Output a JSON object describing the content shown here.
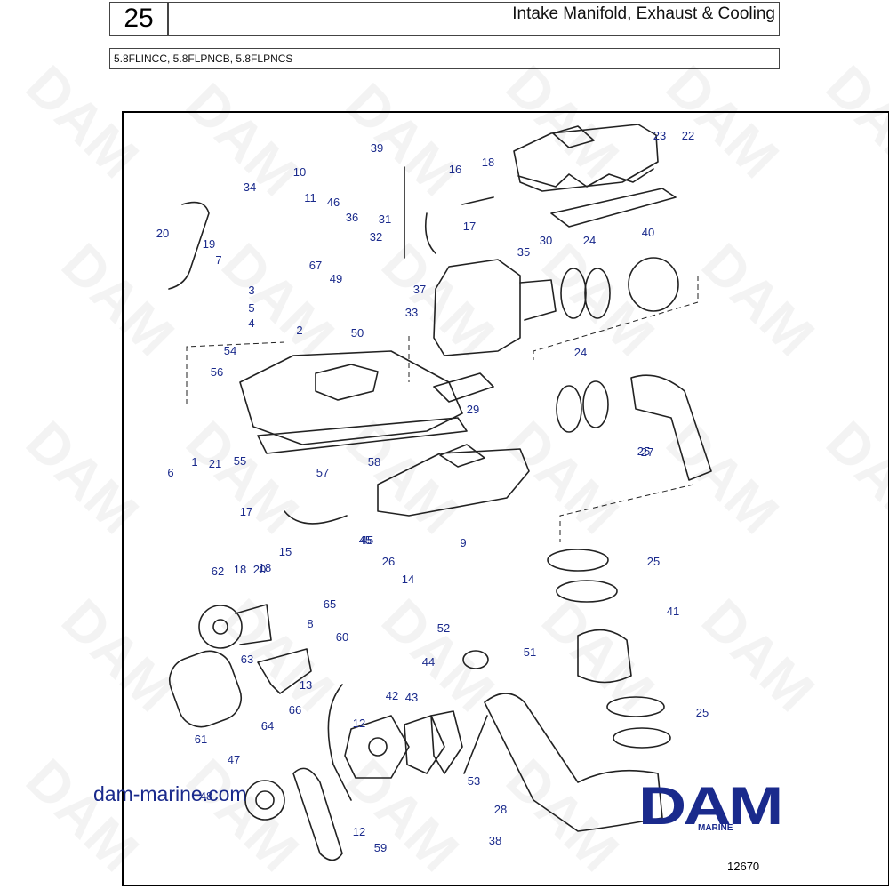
{
  "header": {
    "page_number": "25",
    "title": "Intake Manifold, Exhaust & Cooling",
    "models": "5.8FLINCC, 5.8FLPNCB, 5.8FLPNCS"
  },
  "footer": {
    "website": "dam-marine.com",
    "brand": "DAM",
    "brand_sub": "MARINE",
    "drawing_number": "12670"
  },
  "watermark": "DAM",
  "colors": {
    "callout": "#1a2a8c",
    "frame": "#000000",
    "line": "#222222"
  },
  "callouts": [
    "1",
    "2",
    "3",
    "4",
    "5",
    "6",
    "7",
    "8",
    "9",
    "10",
    "11",
    "12",
    "12",
    "13",
    "14",
    "15",
    "16",
    "17",
    "17",
    "18",
    "18",
    "18",
    "19",
    "20",
    "20",
    "21",
    "22",
    "23",
    "24",
    "24",
    "25",
    "25",
    "25",
    "26",
    "27",
    "28",
    "29",
    "30",
    "31",
    "32",
    "33",
    "34",
    "35",
    "36",
    "37",
    "38",
    "39",
    "40",
    "41",
    "42",
    "43",
    "44",
    "45",
    "45",
    "46",
    "47",
    "48",
    "49",
    "50",
    "51",
    "52",
    "53",
    "54",
    "55",
    "56",
    "57",
    "58",
    "59",
    "60",
    "61",
    "62",
    "63",
    "64",
    "65",
    "66",
    "67"
  ]
}
